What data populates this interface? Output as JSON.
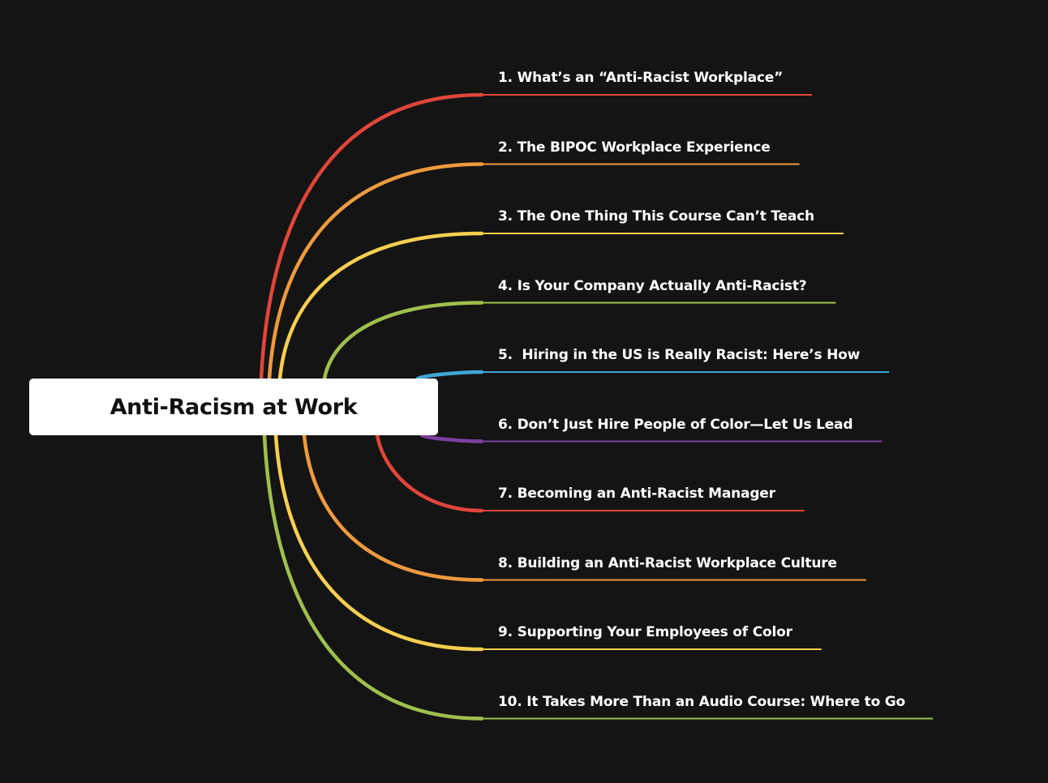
{
  "root": {
    "title": "Anti-Racism at Work"
  },
  "colors": {
    "background": "#141414",
    "root_fill": "#ffffff",
    "root_text": "#111111",
    "label_text": "#ffffff"
  },
  "topics": [
    {
      "label": "1. What’s an “Anti-Racist Workplace”",
      "color": "#e0453a"
    },
    {
      "label": "2. The BIPOC Workplace Experience",
      "color": "#ee9a3e"
    },
    {
      "label": "3. The One Thing This Course Can’t Teach",
      "color": "#f7cf50"
    },
    {
      "label": "4. Is Your Company Actually Anti-Racist?",
      "color": "#9fc04d"
    },
    {
      "label": "5.  Hiring in the US is Really Racist: Here’s How",
      "color": "#3fa7d6"
    },
    {
      "label": "6. Don’t Just Hire People of Color—Let Us Lead",
      "color": "#7b3fa0"
    },
    {
      "label": "7. Becoming an Anti-Racist Manager",
      "color": "#e0453a"
    },
    {
      "label": "8. Building an Anti-Racist Workplace Culture",
      "color": "#ee9a3e"
    },
    {
      "label": "9. Supporting Your Employees of Color",
      "color": "#f7cf50"
    },
    {
      "label": "10. It Takes More Than an Audio Course: Where to Go",
      "color": "#9fc04d"
    }
  ]
}
